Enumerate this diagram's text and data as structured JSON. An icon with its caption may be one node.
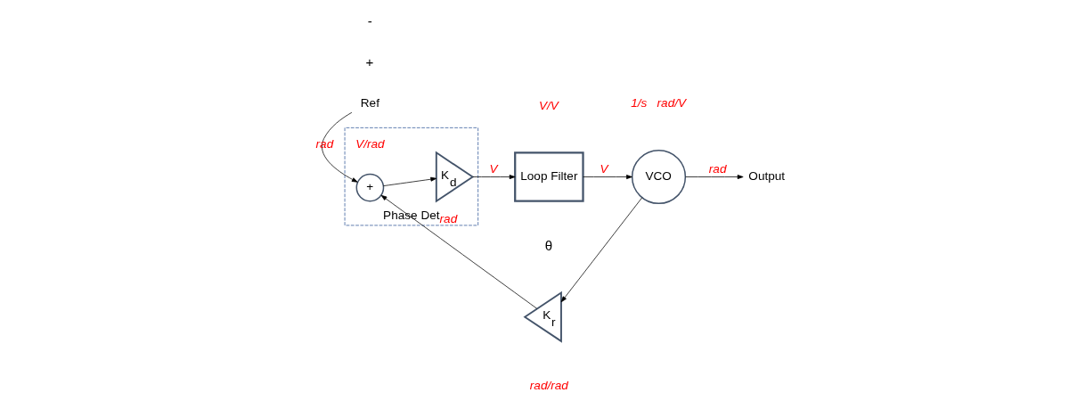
{
  "diagram": {
    "nodes": [
      {
        "text": [
          "Phase Det"
        ],
        "beside": [
          "V/rad"
        ]
      },
      {
        "text": [
          "+"
        ],
        "in": 0
      },
      {
        "text": [
          "K$_{d}$"
        ],
        "in": 0
      },
      {
        "text": [
          "Loop Filter"
        ],
        "beside": [
          "V/V"
        ]
      },
      {
        "text": [
          "VCO"
        ],
        "beside": [
          "1/s",
          "rad/V"
        ]
      },
      {
        "text": [
          "K$_{r}$"
        ],
        "beside": [
          "rad/rad"
        ]
      },
      {
        "text": [
          "Ref"
        ]
      },
      {
        "text": [
          "Output"
        ]
      }
    ],
    "edges": [
      {
        "from": 6,
        "to": 1,
        "arrow": "to",
        "label": "rad"
      },
      {
        "from": 1,
        "to": 2,
        "arrow": "to"
      },
      {
        "from": 2,
        "to": 3,
        "arrow": "to",
        "label": "V"
      },
      {
        "from": 3,
        "to": 4,
        "arrow": "to",
        "label": "V"
      },
      {
        "from": 4,
        "to": 7,
        "arrow": "to",
        "label": "rad"
      },
      {
        "from": 4,
        "to": 5,
        "arrow": "to"
      },
      {
        "from": 5,
        "to": 1,
        "arrow": "to",
        "label": "rad"
      }
    ],
    "labels": [
      "+",
      "-",
      "θ"
    ]
  }
}
